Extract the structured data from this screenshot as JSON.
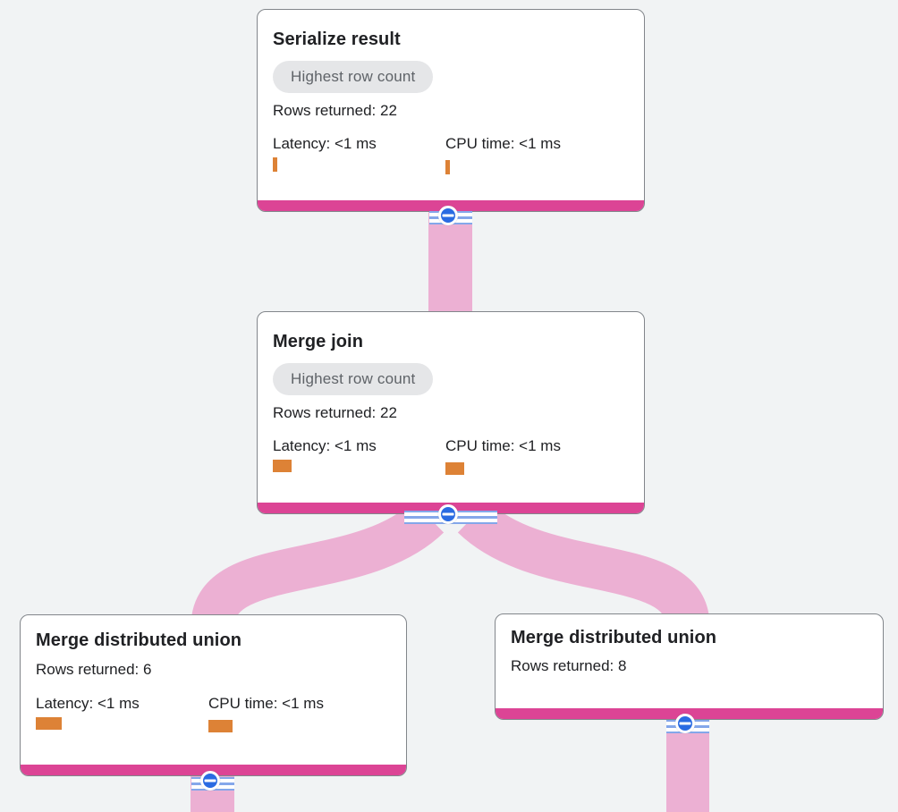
{
  "view": {
    "kind": "query-execution-plan",
    "background_color": "#f1f3f4"
  },
  "colors": {
    "node_footer_magenta": "#dc4495",
    "flow_ribbon_pink": "#ecb0d3",
    "collapse_button_blue": "#2a6be2",
    "stripe_blue": "#84a7ea",
    "metric_bar_orange": "#dd8236",
    "badge_background": "#e5e6e8",
    "badge_text": "#5f6368",
    "card_border": "#82868b",
    "text": "#202124"
  },
  "icons": {
    "collapse": "minus-icon"
  },
  "nodes": [
    {
      "title": "Serialize result",
      "badge": "Highest row count",
      "rows": "Rows returned: 22",
      "latency": "Latency: <1 ms",
      "cpu": "CPU time: <1 ms",
      "latency_bar": {
        "w": 5,
        "h": 16
      },
      "cpu_bar": {
        "w": 5,
        "h": 16
      }
    },
    {
      "title": "Merge join",
      "badge": "Highest row count",
      "rows": "Rows returned: 22",
      "latency": "Latency: <1 ms",
      "cpu": "CPU time: <1 ms",
      "latency_bar": {
        "w": 21,
        "h": 14
      },
      "cpu_bar": {
        "w": 21,
        "h": 14
      }
    },
    {
      "title": "Merge distributed union",
      "rows": "Rows returned: 6",
      "latency": "Latency: <1 ms",
      "cpu": "CPU time: <1 ms",
      "latency_bar": {
        "w": 29,
        "h": 14
      },
      "cpu_bar": {
        "w": 27,
        "h": 14
      }
    },
    {
      "title": "Merge distributed union",
      "rows": "Rows returned: 8"
    }
  ]
}
